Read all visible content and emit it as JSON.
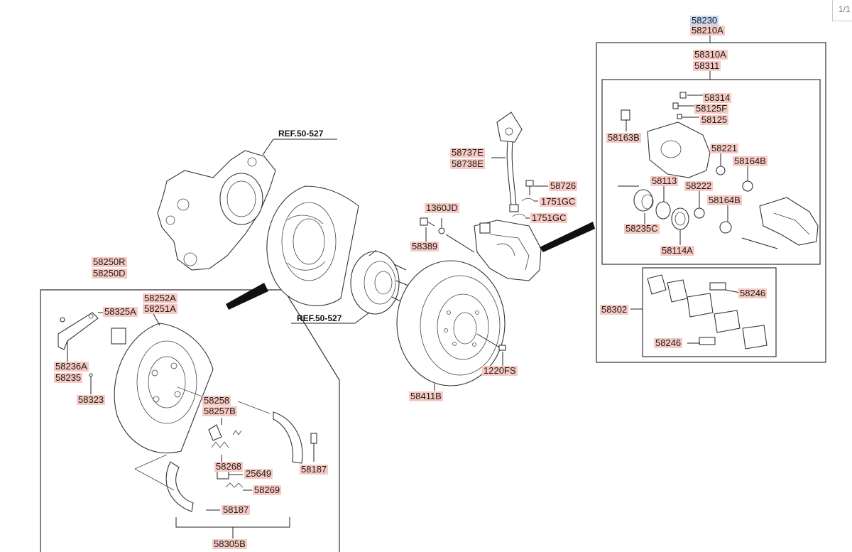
{
  "page_indicator": "1/1",
  "labels": {
    "l58230": "58230",
    "l58210A": "58210A",
    "l58310A": "58310A",
    "l58311": "58311",
    "l58314": "58314",
    "l58125F": "58125F",
    "l58125": "58125",
    "l58163B": "58163B",
    "l58221": "58221",
    "l58164B_1": "58164B",
    "l58113": "58113",
    "l58222": "58222",
    "l58164B_2": "58164B",
    "l58235C": "58235C",
    "l58114A": "58114A",
    "l58302": "58302",
    "l58246_1": "58246",
    "l58246_2": "58246",
    "l58737E": "58737E",
    "l58738E": "58738E",
    "l58726": "58726",
    "l1751GC_1": "1751GC",
    "l1751GC_2": "1751GC",
    "l1360JD": "1360JD",
    "l58389": "58389",
    "l1220FS": "1220FS",
    "l58411B": "58411B",
    "l58250R": "58250R",
    "l58250D": "58250D",
    "l58252A": "58252A",
    "l58251A": "58251A",
    "l58325A": "58325A",
    "l58236A": "58236A",
    "l58235": "58235",
    "l58323": "58323",
    "l58258": "58258",
    "l58257B": "58257B",
    "l58268": "58268",
    "l25649": "25649",
    "l58269": "58269",
    "l58187_1": "58187",
    "l58187_2": "58187",
    "l58305B": "58305B"
  },
  "refs": {
    "ref_top": "REF.50-527",
    "ref_mid": "REF.50-527"
  }
}
